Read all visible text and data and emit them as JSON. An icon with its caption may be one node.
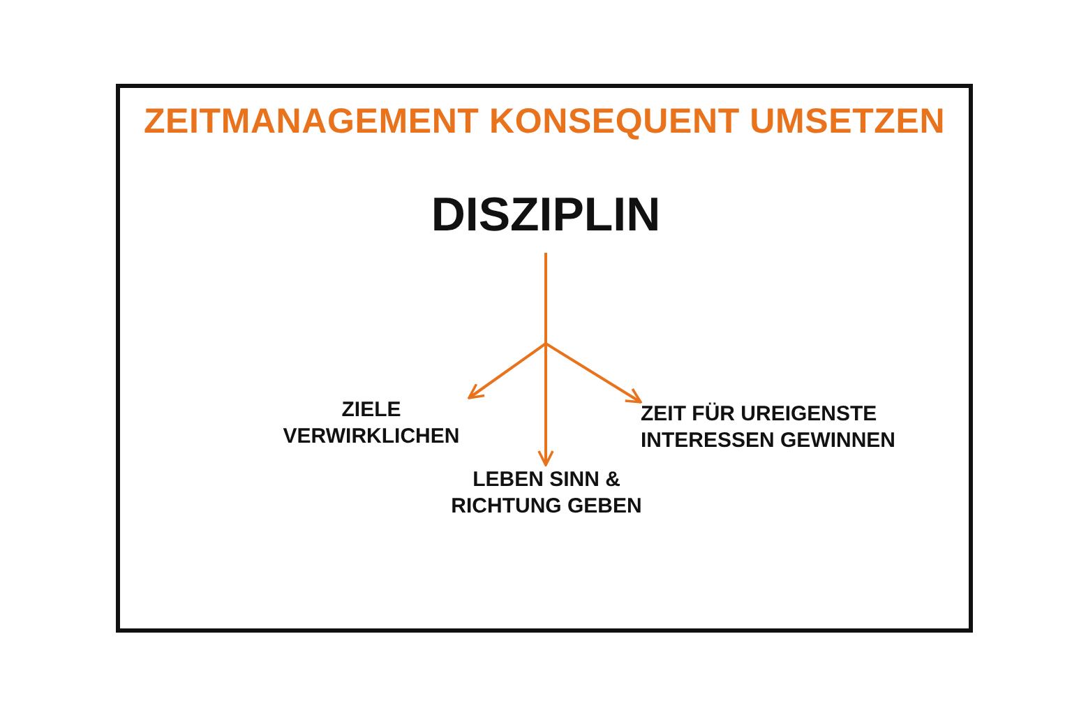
{
  "diagram": {
    "nodes": [
      {
        "text": [
          "ZEITMANAGEMENT KONSEQUENT UMSETZEN"
        ]
      },
      {
        "text": [
          "DISZIPLIN"
        ],
        "in": 0
      },
      {
        "text": [
          "ZIELE VERWIRKLICHEN"
        ],
        "in": 0
      },
      {
        "text": [
          "LEBEN SINN & RICHTUNG GEBEN"
        ],
        "in": 0
      },
      {
        "text": [
          "ZEIT FÜR UREIGENSTE INTERESSEN GEWINNEN"
        ],
        "in": 0
      }
    ],
    "edges": [
      {
        "from": 1,
        "to": 2,
        "arrow": "to",
        "color": "#e8731c"
      },
      {
        "from": 1,
        "to": 3,
        "arrow": "to",
        "color": "#e8731c"
      },
      {
        "from": 1,
        "to": 4,
        "arrow": "to",
        "color": "#e8731c"
      }
    ]
  }
}
